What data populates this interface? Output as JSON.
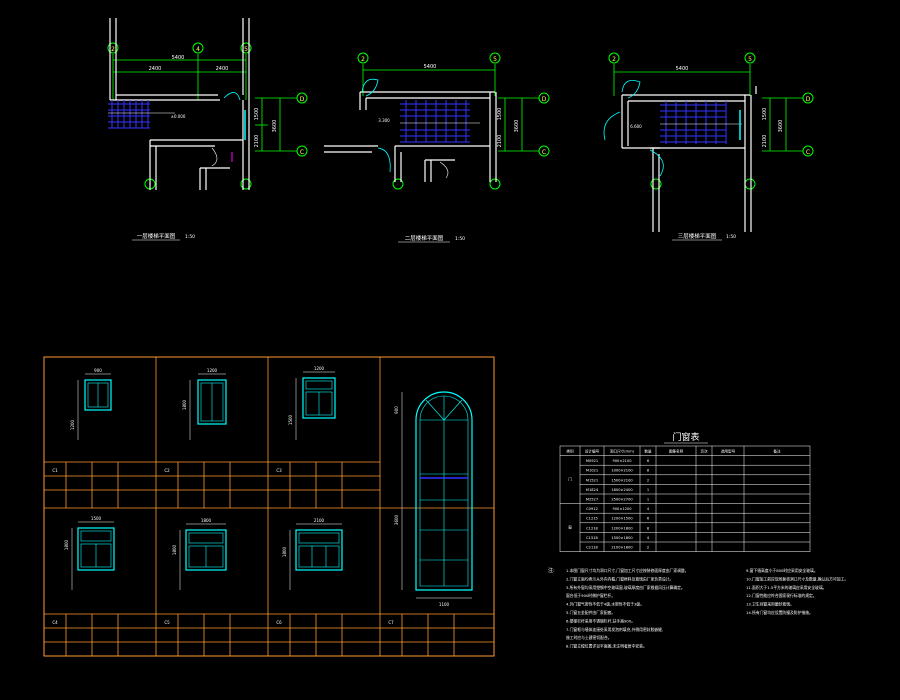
{
  "colors": {
    "background": "#000000",
    "wall": "#ffffff",
    "dimension": "#00ff00",
    "grid_bubble": "#00ff00",
    "window_frame": "#00ffff",
    "stair": "#0000ff",
    "table_border": "#ff9933",
    "text": "#ffffff",
    "marker": "#ff00ff"
  },
  "plans": [
    {
      "title": "一层楼梯平面图",
      "scale": "1:50",
      "grid_top": [
        "2",
        "4",
        "5"
      ],
      "grid_right": [
        "D",
        "C"
      ],
      "dim_top_total": "5400",
      "dim_top_parts": [
        "2400",
        "2400"
      ],
      "dim_right": [
        "1500",
        "2100"
      ],
      "dim_right_total": "3600",
      "level_mark": "±0.000"
    },
    {
      "title": "二层楼梯平面图",
      "scale": "1:50",
      "grid_top": [
        "2",
        "5"
      ],
      "grid_right": [
        "D",
        "C"
      ],
      "dim_top_total": "5400",
      "dim_right": [
        "1500",
        "2100"
      ],
      "dim_right_total": "3600",
      "level_mark": "3.300"
    },
    {
      "title": "三层楼梯平面图",
      "scale": "1:50",
      "grid_top": [
        "2",
        "5"
      ],
      "grid_right": [
        "D",
        "C"
      ],
      "dim_top_total": "5400",
      "dim_right": [
        "1500",
        "2100"
      ],
      "dim_right_total": "3600",
      "level_mark": "6.600"
    }
  ],
  "window_details": {
    "cells": [
      {
        "id": "C1",
        "width": "900",
        "height": "1200"
      },
      {
        "id": "C2",
        "width": "1200",
        "height": "1800"
      },
      {
        "id": "C3",
        "width": "1200",
        "height": "1500"
      },
      {
        "id": "C4",
        "width": "1500",
        "height": "1800"
      },
      {
        "id": "C5",
        "width": "1800",
        "height": "1800"
      },
      {
        "id": "C6",
        "width": "2100",
        "height": "1800"
      }
    ],
    "arch_window": {
      "id": "C7",
      "width": "1100",
      "height": "3600",
      "top": "900"
    }
  },
  "schedule": {
    "title": "门窗表",
    "headers": [
      "类别",
      "设计编号",
      "洞口尺寸(mm)",
      "数量",
      "图集名称",
      "页次",
      "选用型号",
      "备注"
    ],
    "rows": [
      [
        "门",
        "M0921",
        "900×2100",
        "6",
        "",
        "",
        "",
        ""
      ],
      [
        "",
        "M1021",
        "1000×2100",
        "8",
        "",
        "",
        "",
        ""
      ],
      [
        "",
        "M1521",
        "1500×2100",
        "2",
        "",
        "",
        "",
        ""
      ],
      [
        "",
        "M1824",
        "1800×2400",
        "1",
        "",
        "",
        "",
        ""
      ],
      [
        "",
        "M2527",
        "2500×2700",
        "1",
        "",
        "",
        "",
        ""
      ],
      [
        "窗",
        "C0912",
        "900×1200",
        "4",
        "",
        "",
        "",
        ""
      ],
      [
        "",
        "C1215",
        "1200×1500",
        "6",
        "",
        "",
        "",
        ""
      ],
      [
        "",
        "C1218",
        "1200×1800",
        "8",
        "",
        "",
        "",
        ""
      ],
      [
        "",
        "C1518",
        "1500×1800",
        "4",
        "",
        "",
        "",
        ""
      ],
      [
        "",
        "C2118",
        "2100×1800",
        "2",
        "",
        "",
        "",
        ""
      ]
    ]
  },
  "notes": {
    "head": "注:",
    "left": [
      "1.本图门窗尺寸均为洞口尺寸,门窗加工尺寸应按装修面厚度由厂家调整。",
      "2.门窗立面均表示从外向内看,门窗框料及玻璃由厂家负责设计。",
      "3.所有外窗均采用塑钢中空玻璃窗,玻璃厚度由厂家根据风压计算确定。",
      "  窗台低于900时做护窗栏杆。",
      "4.外门窗气密性不低于4级,水密性不低于3级。",
      "5.门窗五金配件由厂家配套。",
      "6.楼梯栏杆采用不锈钢栏杆,扶手高900。",
      "7.门窗框与墙体连接处采用发泡剂填充,外侧用密封胶嵌缝,",
      "  施工时应与土建密切配合。",
      "8.门窗立樘位置详见平面图,未注明者居中安装。"
    ],
    "right": [
      "9.窗下墙高度小于800时应采用安全玻璃。",
      "10.门窗加工前应现场复核洞口尺寸及数量,确认后方可加工。",
      "11.面积大于1.5平方米的玻璃应采用安全玻璃。",
      "12.门窗性能应符合国家现行标准的规定。",
      "13.卫生间窗采用磨砂玻璃。",
      "14.所有门窗均应设置防撞及防护措施。"
    ]
  }
}
